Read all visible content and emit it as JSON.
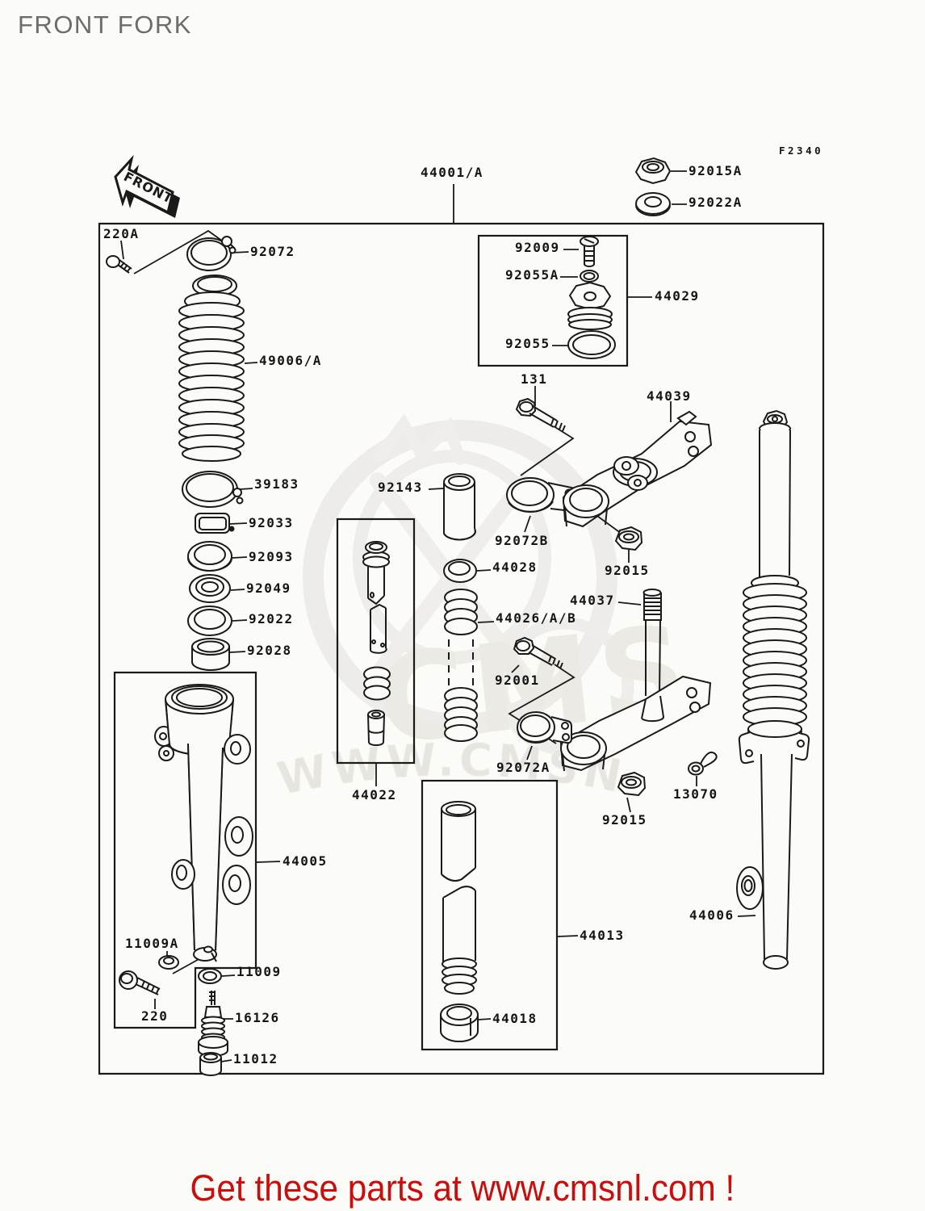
{
  "page": {
    "title": "FRONT FORK",
    "front_arrow_label": "FRONT",
    "footer": "Get these parts at www.cmsnl.com !",
    "watermark_cms": "CMS",
    "watermark_url": "WWW.CMSNL.COM",
    "colors": {
      "footer_red": "#cc0d0d",
      "title_gray": "#6c6c6c",
      "line_black": "#1a1a1a",
      "watermark_gray": "#eceae6"
    }
  },
  "labels": [
    {
      "id": "fiche-code",
      "text": "F2340"
    },
    {
      "id": "44001a",
      "text": "44001/A"
    },
    {
      "id": "92015a",
      "text": "92015A"
    },
    {
      "id": "92022a",
      "text": "92022A"
    },
    {
      "id": "220a",
      "text": "220A"
    },
    {
      "id": "92072",
      "text": "92072"
    },
    {
      "id": "92009",
      "text": "92009"
    },
    {
      "id": "92055a",
      "text": "92055A"
    },
    {
      "id": "44029",
      "text": "44029"
    },
    {
      "id": "92055",
      "text": "92055"
    },
    {
      "id": "49006a",
      "text": "49006/A"
    },
    {
      "id": "131",
      "text": "131"
    },
    {
      "id": "39183",
      "text": "39183"
    },
    {
      "id": "92033",
      "text": "92033"
    },
    {
      "id": "92093",
      "text": "92093"
    },
    {
      "id": "92049",
      "text": "92049"
    },
    {
      "id": "92022",
      "text": "92022"
    },
    {
      "id": "92028",
      "text": "92028"
    },
    {
      "id": "92143",
      "text": "92143"
    },
    {
      "id": "44039",
      "text": "44039"
    },
    {
      "id": "92072b",
      "text": "92072B"
    },
    {
      "id": "44028",
      "text": "44028"
    },
    {
      "id": "44037",
      "text": "44037"
    },
    {
      "id": "44026ab",
      "text": "44026/A/B"
    },
    {
      "id": "92015-upper",
      "text": "92015"
    },
    {
      "id": "92001",
      "text": "92001"
    },
    {
      "id": "92072a",
      "text": "92072A"
    },
    {
      "id": "13070",
      "text": "13070"
    },
    {
      "id": "92015-lower",
      "text": "92015"
    },
    {
      "id": "44022",
      "text": "44022"
    },
    {
      "id": "44005",
      "text": "44005"
    },
    {
      "id": "44013",
      "text": "44013"
    },
    {
      "id": "44018",
      "text": "44018"
    },
    {
      "id": "44006",
      "text": "44006"
    },
    {
      "id": "11009a",
      "text": "11009A"
    },
    {
      "id": "11009",
      "text": "11009"
    },
    {
      "id": "220",
      "text": "220"
    },
    {
      "id": "16126",
      "text": "16126"
    },
    {
      "id": "11012",
      "text": "11012"
    }
  ]
}
